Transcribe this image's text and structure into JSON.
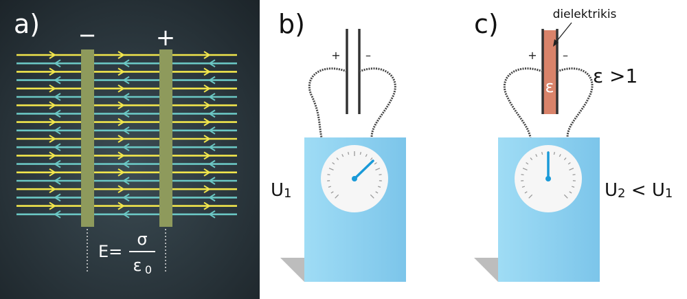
{
  "panels": {
    "a": {
      "label": "a)",
      "minus_sign": "−",
      "plus_sign": "+",
      "formula": {
        "lhs": "E=",
        "numerator": "σ",
        "denominator": "ε",
        "denominator_subscript": "0"
      }
    },
    "b": {
      "label": "b)",
      "plus_sign": "+",
      "minus_sign": "–",
      "voltage_label": "U",
      "voltage_subscript": "1"
    },
    "c": {
      "label": "c)",
      "plus_sign": "+",
      "minus_sign": "–",
      "dielectric_label": "dielektrikis",
      "epsilon_symbol": "ε",
      "epsilon_condition": "ε >1",
      "voltage_label_1": "U",
      "voltage_sub_1": "2",
      "less_than": " < ",
      "voltage_label_2": "U",
      "voltage_sub_2": "1"
    }
  },
  "colors": {
    "dark_background": "#2e3b42",
    "yellow_field_line": "#f2e64c",
    "cyan_field_line": "#6bc7c4",
    "plate_green": "#8e9a5c",
    "device_blue": "#8fd0ee",
    "dielectric": "#d9836a",
    "needle": "#1a9ad8"
  }
}
